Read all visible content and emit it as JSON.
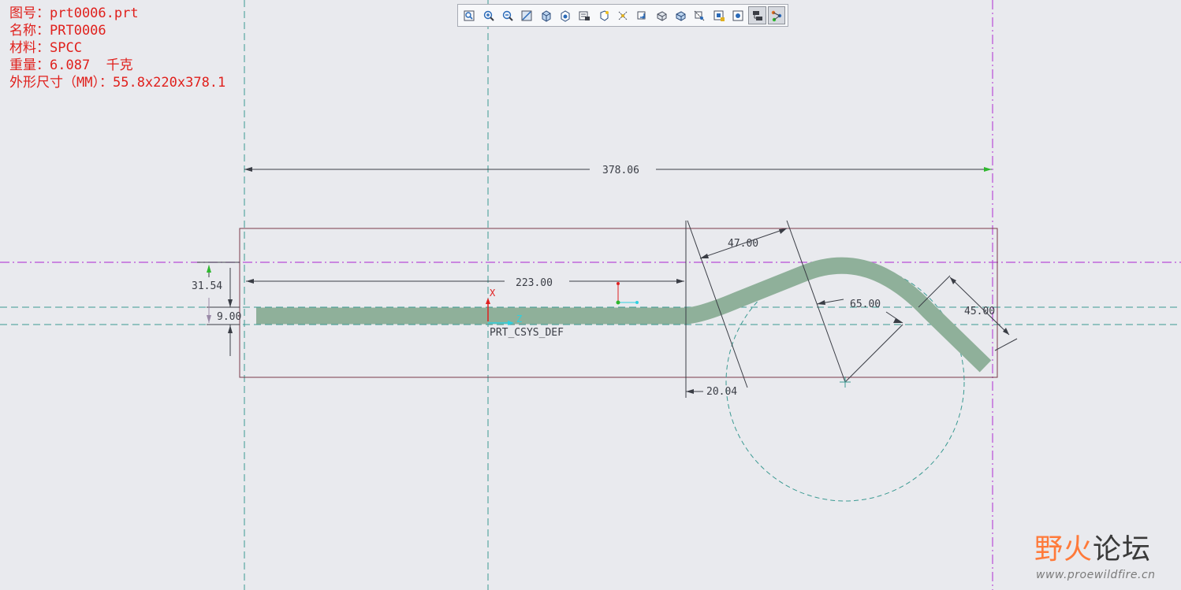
{
  "model_info": {
    "part_no_label": "图号：",
    "part_no": "prt0006.prt",
    "name_label": "名称：",
    "name": "PRT0006",
    "material_label": "材料：",
    "material": "SPCC",
    "weight_label": "重量：",
    "weight": "6.087  千克",
    "size_label": "外形尺寸（MM）：",
    "size": "55.8x220x378.1"
  },
  "toolbar": {
    "buttons": [
      {
        "icon": "refit-icon",
        "active": false
      },
      {
        "icon": "zoom-in-icon",
        "active": false
      },
      {
        "icon": "zoom-out-icon",
        "active": false
      },
      {
        "icon": "repaint-icon",
        "active": false
      },
      {
        "icon": "shading-with-edges-icon",
        "active": false
      },
      {
        "icon": "saved-views-icon",
        "active": false
      },
      {
        "icon": "section-icon",
        "active": false
      },
      {
        "icon": "view-manager-icon",
        "active": false
      },
      {
        "icon": "spin-center-icon",
        "active": false
      },
      {
        "icon": "datum-display-icon",
        "active": false
      },
      {
        "icon": "view-orientation-icon",
        "active": false
      },
      {
        "icon": "display-style-icon",
        "active": false
      },
      {
        "icon": "perspective-icon",
        "active": false
      },
      {
        "icon": "annotation-display-icon",
        "active": false
      },
      {
        "icon": "appearance-icon",
        "active": false
      },
      {
        "icon": "model-tree-icon",
        "active": true
      },
      {
        "icon": "sketch-icon",
        "active": true
      }
    ]
  },
  "dimensions": {
    "overall_length": "378.06",
    "flat_length": "223.00",
    "bend_length": "47.00",
    "radius": "65.00",
    "end_length": "45.00",
    "vertical_offset": "31.54",
    "thickness": "9.00",
    "bend_gap": "20.04"
  },
  "csys_label": "PRT_CSYS_DEF",
  "axis_x_label": "X",
  "axis_z_label": "Z",
  "colors": {
    "part_fill": "#8fb09a",
    "info_text": "#e0201c",
    "datum_axis": "#3b9a92",
    "datum_plane": "#b84cd8",
    "bounding_box": "#7a3a4a"
  },
  "watermark": {
    "title_accent": "野火",
    "title_rest": "论坛",
    "url": "www.proewildfire.cn"
  }
}
